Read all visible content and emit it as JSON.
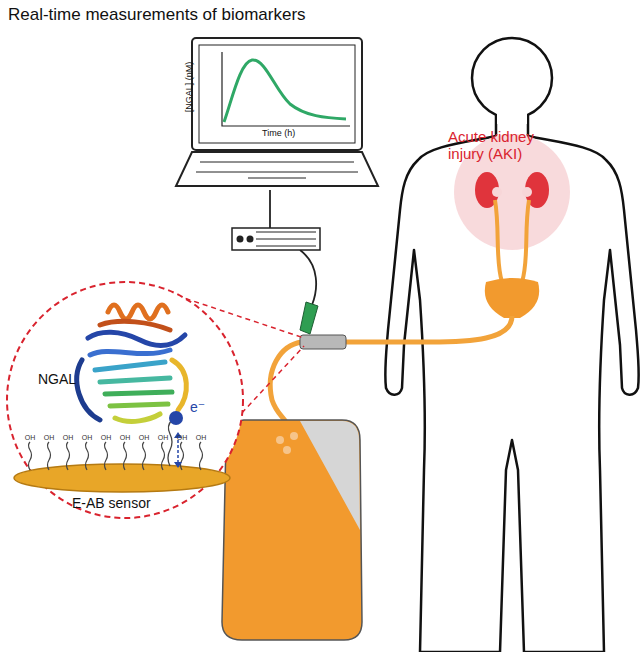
{
  "diagram": {
    "title": "Real-time measurements of biomarkers",
    "labels": [
      "[NGAL] (nM)",
      "Time (h)",
      "Acute kidney injury (AKI)",
      "NGAL",
      "e⁻",
      "OH",
      "OH",
      "OH",
      "OH",
      "OH",
      "OH",
      "OH",
      "OH",
      "OH",
      "OH",
      "E-AB sensor"
    ]
  }
}
